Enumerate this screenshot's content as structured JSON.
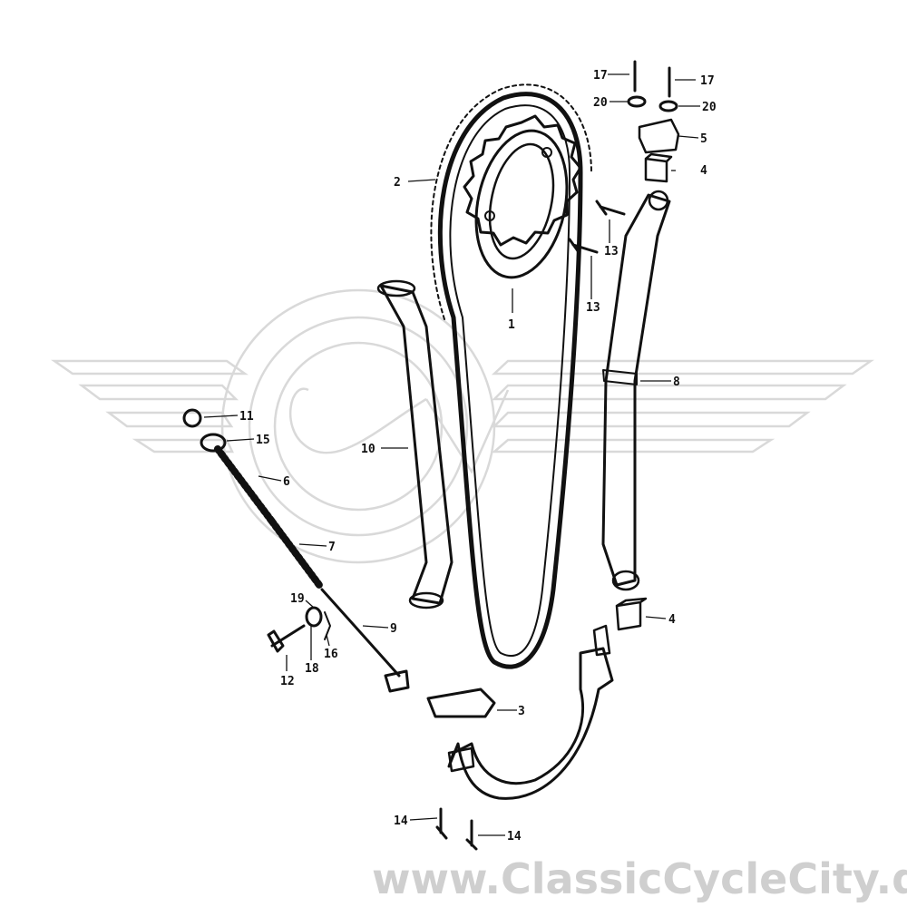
{
  "diagram": {
    "callouts": [
      "1",
      "2",
      "3",
      "4",
      "4",
      "5",
      "6",
      "7",
      "8",
      "9",
      "10",
      "11",
      "12",
      "13",
      "13",
      "14",
      "14",
      "15",
      "16",
      "17",
      "17",
      "18",
      "19",
      "20",
      "20"
    ]
  },
  "watermark": {
    "text": "www.ClassicCycleCity.de"
  },
  "colors": {
    "ink": "#111111",
    "watermark": "#cfcfcf"
  }
}
